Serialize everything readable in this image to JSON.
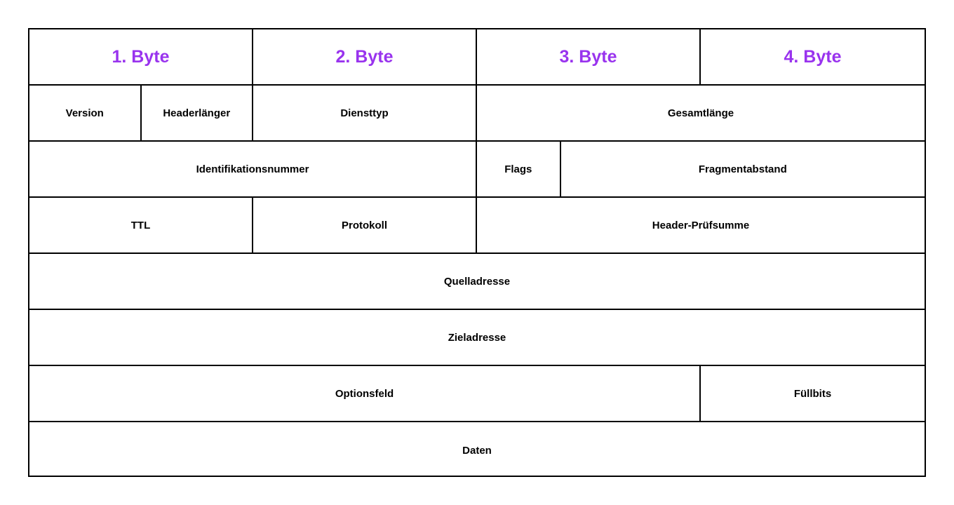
{
  "table": {
    "description": "IPv4-Header Aufbau (IP header structure diagram, German labels)",
    "colors": {
      "byte_header_text": "#9933EE",
      "field_text": "#000000",
      "border": "#000000",
      "background": "#FFFFFF"
    },
    "byte_headers": [
      "1. Byte",
      "2. Byte",
      "3. Byte",
      "4. Byte"
    ],
    "rows": [
      {
        "cells": [
          {
            "label": "Version",
            "bits": 4
          },
          {
            "label": "Headerlänger",
            "bits": 4
          },
          {
            "label": "Diensttyp",
            "bits": 8
          },
          {
            "label": "Gesamtlänge",
            "bits": 16
          }
        ]
      },
      {
        "cells": [
          {
            "label": "Identifikationsnummer",
            "bits": 16
          },
          {
            "label": "Flags",
            "bits": 3
          },
          {
            "label": "Fragmentabstand",
            "bits": 13
          }
        ]
      },
      {
        "cells": [
          {
            "label": "TTL",
            "bits": 8
          },
          {
            "label": "Protokoll",
            "bits": 8
          },
          {
            "label": "Header-Prüfsumme",
            "bits": 16
          }
        ]
      },
      {
        "cells": [
          {
            "label": "Quelladresse",
            "bits": 32
          }
        ]
      },
      {
        "cells": [
          {
            "label": "Zieladresse",
            "bits": 32
          }
        ]
      },
      {
        "cells": [
          {
            "label": "Optionsfeld",
            "bits": 24
          },
          {
            "label": "Füllbits",
            "bits": 8
          }
        ]
      },
      {
        "cells": [
          {
            "label": "Daten",
            "bits": 32
          }
        ]
      }
    ]
  }
}
